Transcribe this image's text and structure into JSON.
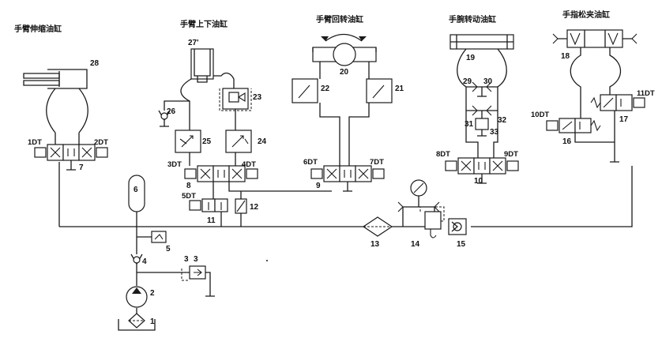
{
  "titles": {
    "arm_telescope": "手臂伸缩油缸",
    "arm_updown": "手臂上下油缸",
    "arm_rotate": "手臂回转油缸",
    "wrist_rotate": "手腕转动油缸",
    "finger_clamp": "手指松夹油缸"
  },
  "solenoids": {
    "s1": "1DT",
    "s2": "2DT",
    "s3": "3DT",
    "s4": "4DT",
    "s5": "5DT",
    "s6": "6DT",
    "s7": "7DT",
    "s8": "8DT",
    "s9": "9DT",
    "s10": "10DT",
    "s11": "11DT"
  },
  "components": {
    "c1": "1",
    "c2": "2",
    "c3": "3",
    "c4": "4",
    "c5": "5",
    "c6": "6",
    "c7": "7",
    "c8": "8",
    "c9": "9",
    "c10": "10",
    "c11": "11",
    "c12": "12",
    "c13": "13",
    "c14": "14",
    "c15": "15",
    "c16": "16",
    "c17": "17",
    "c18": "18",
    "c19": "19",
    "c20": "20",
    "c21": "21",
    "c22": "22",
    "c23": "23",
    "c24": "24",
    "c25": "25",
    "c26": "26",
    "c27": "27'",
    "c28": "28",
    "c29": "29",
    "c30": "30",
    "c31": "31",
    "c32": "32",
    "c33": "33"
  }
}
